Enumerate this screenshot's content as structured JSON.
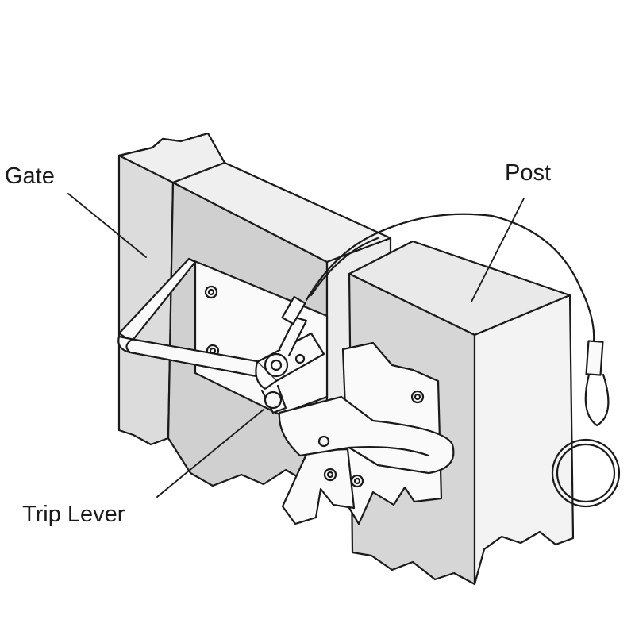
{
  "labels": {
    "gate": "Gate",
    "post": "Post",
    "trip_lever": "Trip Lever"
  },
  "colors": {
    "line": "#1a1a1a",
    "gate_face": "#dcdcdc",
    "gate_top": "#efefef",
    "post_top": "#e9e9e9",
    "post_front": "#d6d6d6",
    "post_side": "#f3f3f3",
    "latch": "#fafafa",
    "background": "#ffffff"
  }
}
